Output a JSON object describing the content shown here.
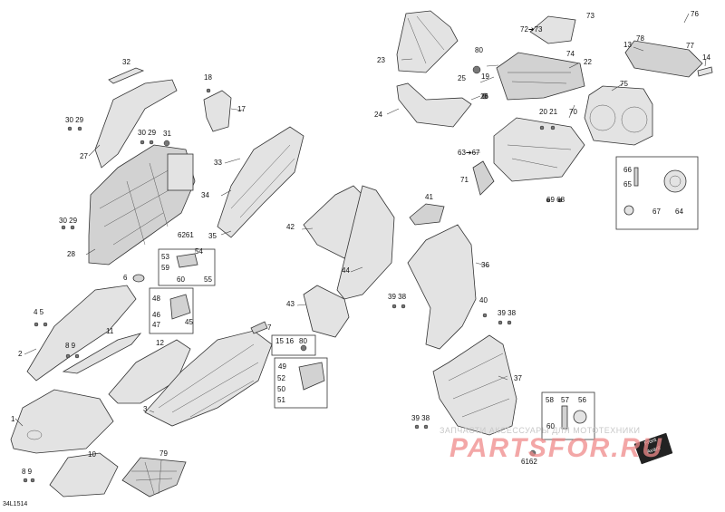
{
  "diagram": {
    "doc_id": "34L1514",
    "watermark": {
      "line1": "ЗАПЧАСТИ АКСЕССУАРЫ ДЛЯ МОТОТЕХНИКИ",
      "line2": "PARTSFOR.RU"
    },
    "small_text": {
      "front": "Front",
      "avant": "Avant"
    },
    "callouts": {
      "c1": "1",
      "c2": "2",
      "c3": "3",
      "c4_5": "4 5",
      "c6": "6",
      "c7": "7",
      "c8_9a": "8 9",
      "c8_9b": "8 9",
      "c10": "10",
      "c11": "11",
      "c12": "12",
      "c13": "13",
      "c14": "14",
      "c15_16": "15 16",
      "c17": "17",
      "c18": "18",
      "c19": "19",
      "c20_21": "20 21",
      "c22": "22",
      "c23": "23",
      "c24": "24",
      "c25": "25",
      "c26": "26",
      "c27": "27",
      "c28": "28",
      "c29_30a": "30 29",
      "c29_30b": "30 29",
      "c29_30c": "30 29",
      "c31": "31",
      "c32": "32",
      "c33": "33",
      "c34": "34",
      "c35": "35",
      "c36": "36",
      "c37": "37",
      "c38_39a": "39 38",
      "c38_39b": "39 38",
      "c38_39c": "39 38",
      "c40": "40",
      "c41": "41",
      "c42": "42",
      "c43": "43",
      "c44": "44",
      "c45": "45",
      "c46": "46",
      "c47": "47",
      "c48": "48",
      "c49": "49",
      "c50": "50",
      "c51": "51",
      "c52": "52",
      "c53": "53",
      "c54": "54",
      "c55": "55",
      "c56": "56",
      "c57": "57",
      "c58": "58",
      "c59": "59",
      "c60a": "60",
      "c60b": "60",
      "c61_62a": "6261",
      "c61_62b": "6162",
      "c63_67": "63➔67",
      "c64": "64",
      "c65": "65",
      "c66": "66",
      "c67": "67",
      "c68_69": "69 68",
      "c70": "70",
      "c71": "71",
      "c72_73": "72➔73",
      "c73": "73",
      "c74": "74",
      "c75": "75",
      "c76": "76",
      "c77": "77",
      "c78": "78",
      "c79": "79",
      "c80a": "80",
      "c80b": "80"
    }
  }
}
